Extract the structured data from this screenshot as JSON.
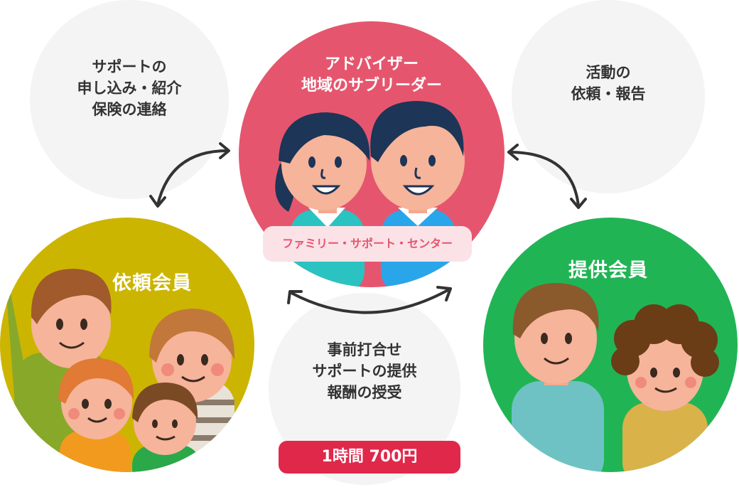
{
  "top_left_bubble": {
    "lines": [
      "サポートの",
      "申し込み・紹介",
      "保険の連絡"
    ]
  },
  "top_right_bubble": {
    "lines": [
      "活動の",
      "依頼・報告"
    ]
  },
  "center_bubble": {
    "lines": [
      "事前打合せ",
      "サポートの提供",
      "報酬の授受"
    ],
    "price": "1時間 700円"
  },
  "advisor": {
    "lines": [
      "アドバイザー",
      "地域のサブリーダー"
    ],
    "center_label": "ファミリー・サポート・センター"
  },
  "requester": {
    "label": "依頼会員"
  },
  "provider": {
    "label": "提供会員"
  },
  "colors": {
    "advisor": "#e5566e",
    "requester": "#ccb500",
    "provider": "#21b455",
    "price_pill": "#e0284b",
    "bubble": "#f4f4f4"
  }
}
